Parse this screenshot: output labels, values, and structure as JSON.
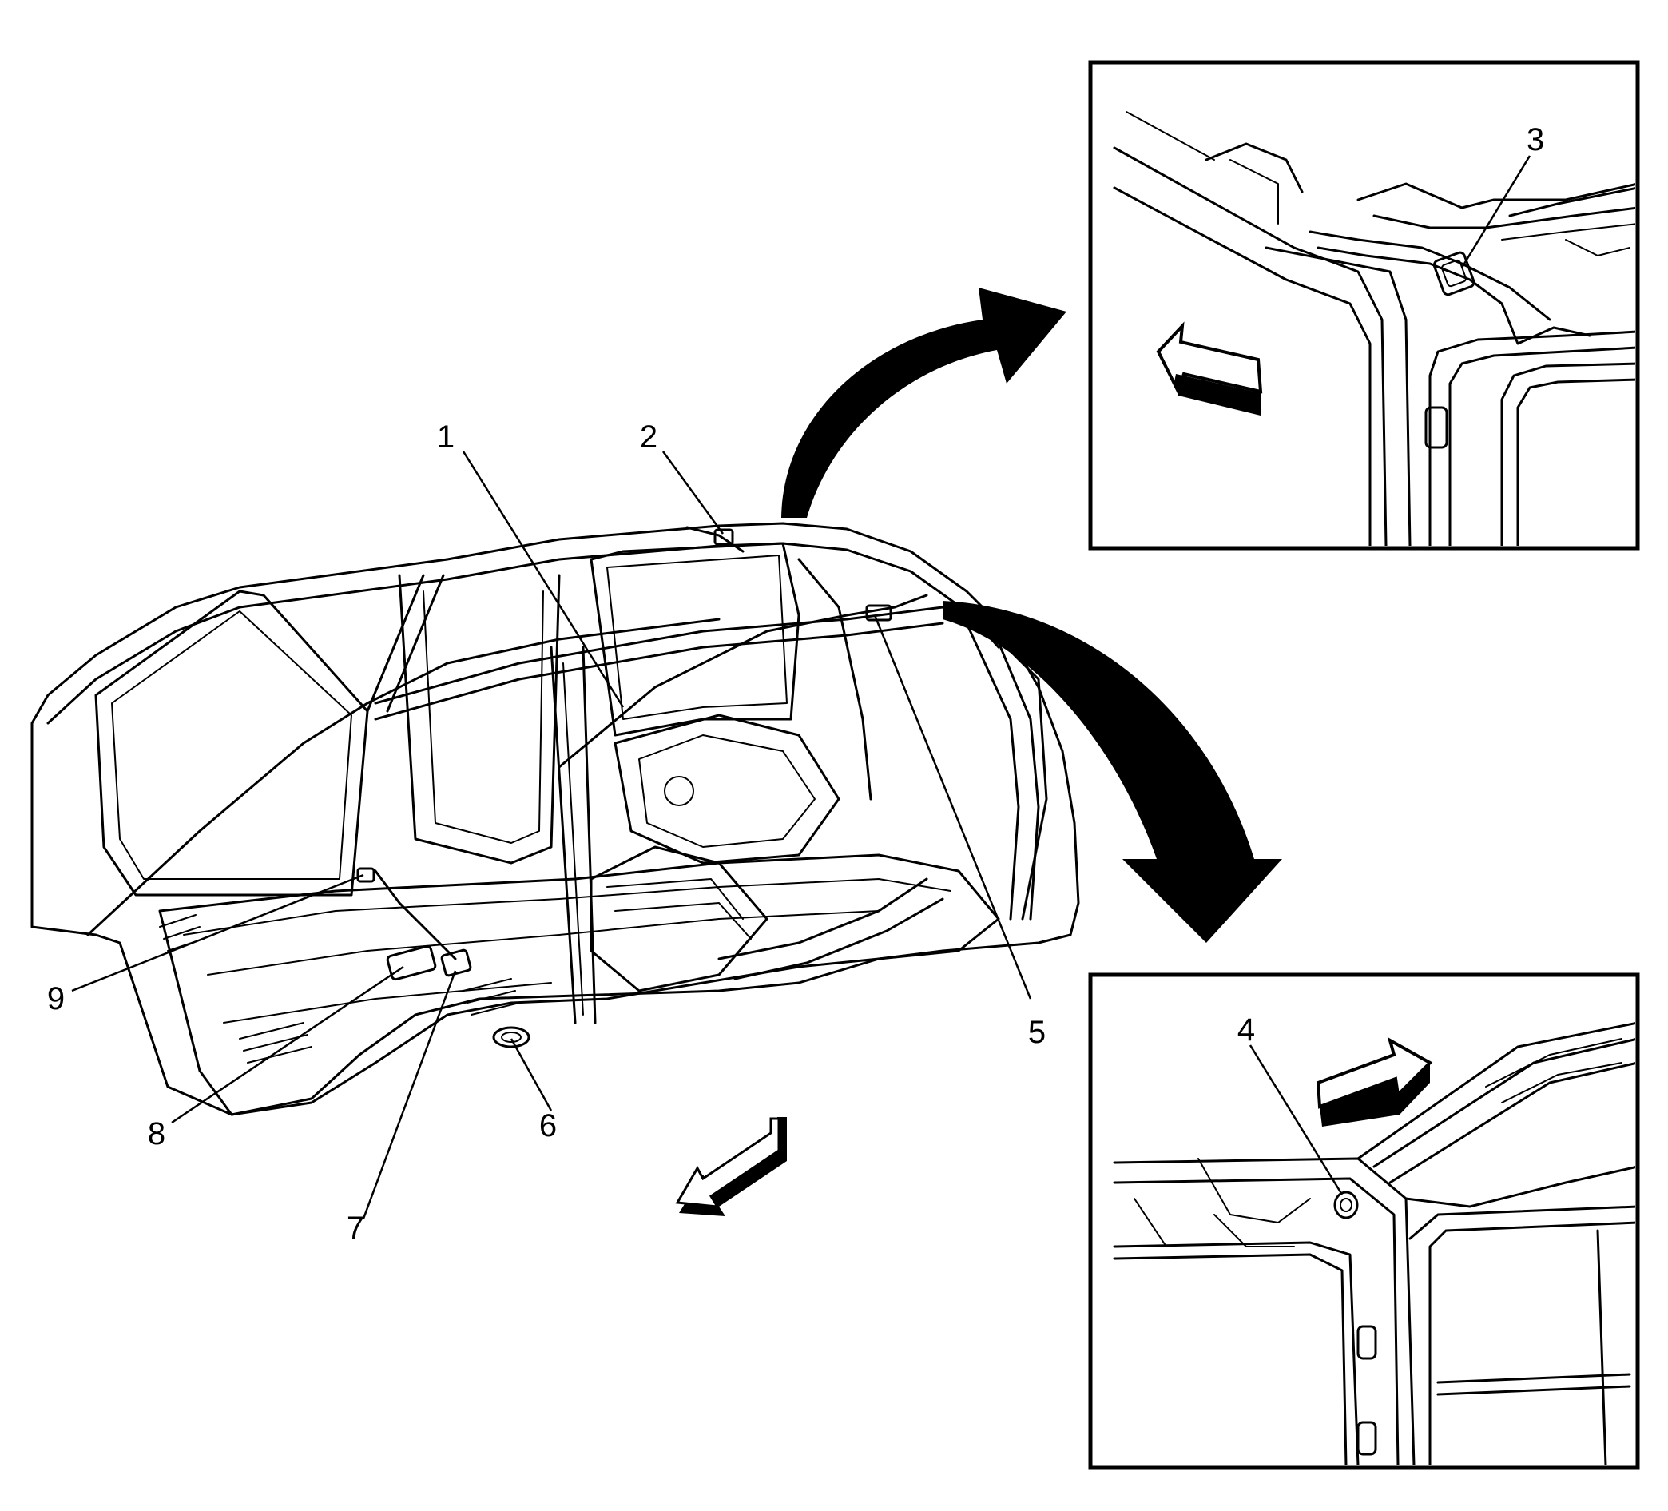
{
  "diagram": {
    "callouts": {
      "c1": "1",
      "c2": "2",
      "c3": "3",
      "c4": "4",
      "c5": "5",
      "c6": "6",
      "c7": "7",
      "c8": "8",
      "c9": "9"
    },
    "panels": {
      "upper_detail": "detail-view-callout-3",
      "lower_detail": "detail-view-callout-4"
    }
  }
}
